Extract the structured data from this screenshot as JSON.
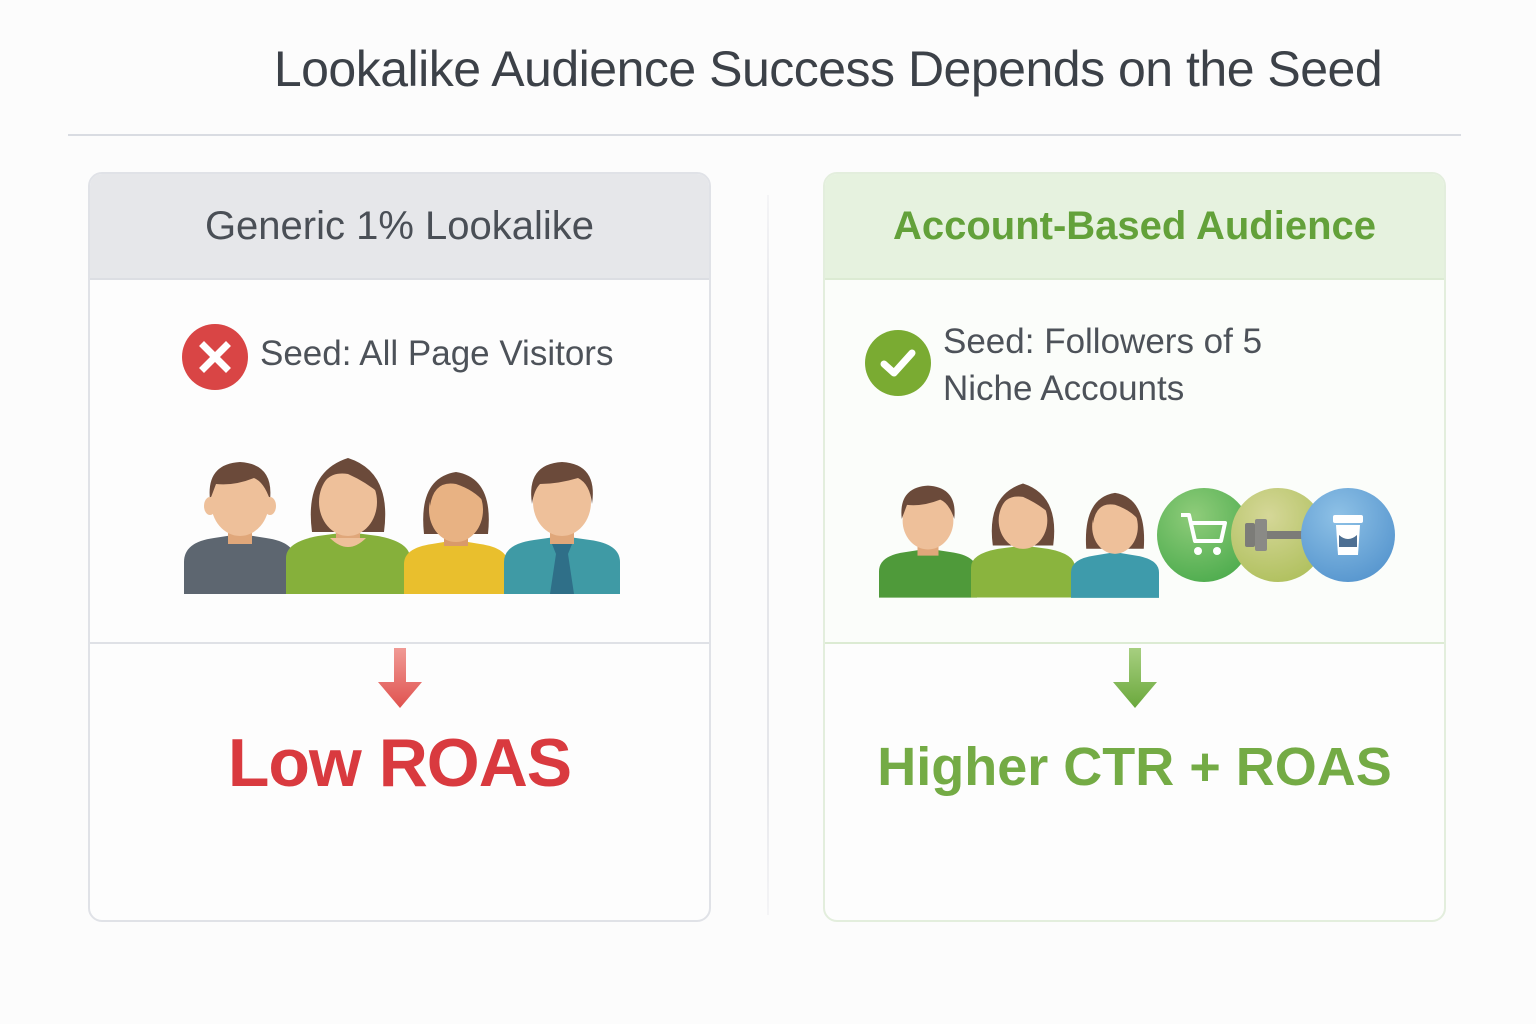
{
  "header": {
    "title": "Lookalike Audience Success Depends on the Seed"
  },
  "comparison": {
    "left": {
      "title": "Generic 1% Lookalike",
      "seed_status_icon": "x-circle-icon",
      "seed_text": "Seed: All Page Visitors",
      "people_colors": [
        "#5d6670",
        "#86b03b",
        "#e9bf2d",
        "#3f9aa5"
      ],
      "outcome_arrow": "arrow-down-icon",
      "outcome": "Low ROAS",
      "accent_color": "#d93a3f"
    },
    "right": {
      "title": "Account-Based Audience",
      "seed_status_icon": "check-circle-icon",
      "seed_text_line1": "Seed: Followers of 5",
      "seed_text_line2": "Niche Accounts",
      "people_colors": [
        "#4f9a3a",
        "#8ab43e",
        "#3e9bab"
      ],
      "niche_icons": [
        "shopping-cart-icon",
        "dumbbell-icon",
        "coffee-cup-icon"
      ],
      "niche_colors": [
        "#55ae4b",
        "#b3c46a",
        "#5b9fd3"
      ],
      "outcome_arrow": "arrow-down-icon",
      "outcome": "Higher CTR + ROAS",
      "accent_color": "#74ab45"
    }
  }
}
